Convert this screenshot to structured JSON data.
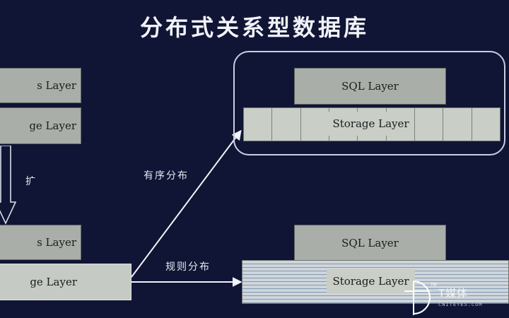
{
  "title": "分布式关系型数据库",
  "left": {
    "top_sql": "s Layer",
    "top_storage": "ge Layer",
    "expand_char": "扩",
    "bottom_sql": "s Layer",
    "bottom_storage": "ge Layer"
  },
  "labels": {
    "ordered": "有序分布",
    "regular": "规则分布"
  },
  "right_top": {
    "sql": "SQL Layer",
    "storage": "Storage Layer",
    "shard_count": 9
  },
  "right_bottom": {
    "sql": "SQL Layer",
    "storage": "Storage Layer"
  },
  "watermark": {
    "text": "T媒体",
    "sub": "CNITEYES.COM"
  }
}
